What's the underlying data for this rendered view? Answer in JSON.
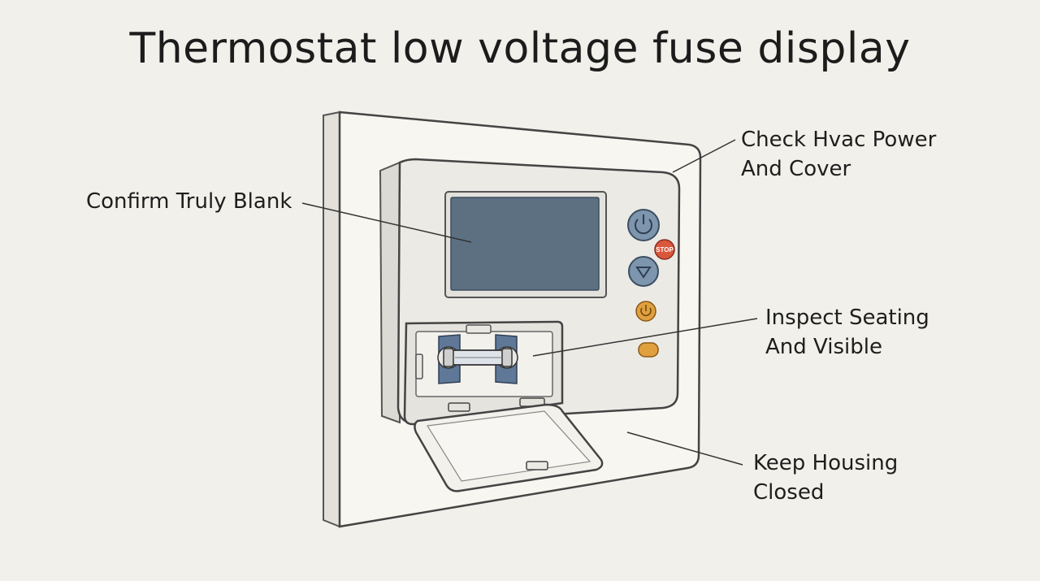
{
  "title": "Thermostat low voltage fuse display",
  "callouts": [
    {
      "id": "hvac",
      "lines": [
        "Check Hvac Power",
        "And Cover"
      ]
    },
    {
      "id": "blank",
      "lines": [
        "Confirm Truly Blank"
      ]
    },
    {
      "id": "seating",
      "lines": [
        "Inspect Seating",
        "And Visible"
      ]
    },
    {
      "id": "housing",
      "lines": [
        "Keep Housing",
        "Closed"
      ]
    }
  ],
  "device": {
    "stop_badge": "STOP",
    "screen_color": "#5d7082",
    "button_blue": "#7d95ad",
    "button_orange": "#e0a040",
    "stop_red": "#d9573d",
    "fuse_clip_blue": "#5f7898",
    "icons": [
      "power-icon",
      "down-arrow-icon",
      "power-icon",
      "stop-icon"
    ]
  }
}
